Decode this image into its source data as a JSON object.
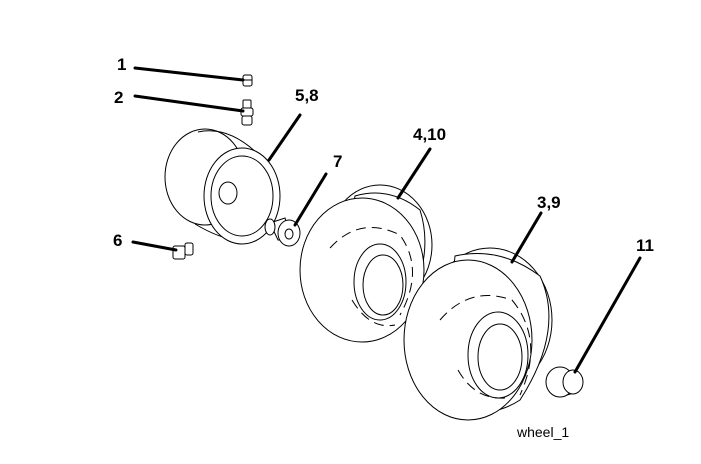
{
  "callouts": {
    "c1": "1",
    "c2": "2",
    "c5_8": "5,8",
    "c7": "7",
    "c4_10": "4,10",
    "c6": "6",
    "c3_9": "3,9",
    "c11": "11"
  },
  "caption": "wheel_1"
}
